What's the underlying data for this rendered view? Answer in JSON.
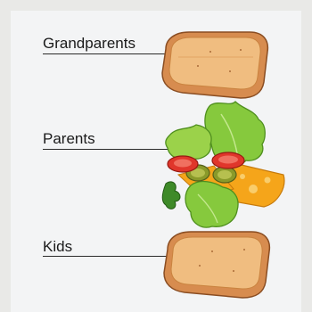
{
  "labels": {
    "top": "Grandparents",
    "middle": "Parents",
    "bottom": "Kids"
  },
  "colors": {
    "background": "#f3f4f5",
    "bread_crust": "#d78c4f",
    "bread_face": "#f0bd80",
    "lettuce": "#86c93d",
    "tomato": "#e0362b",
    "cheese": "#f5a51a",
    "pickle": "#8a9a2a",
    "herb": "#3e8a28"
  }
}
